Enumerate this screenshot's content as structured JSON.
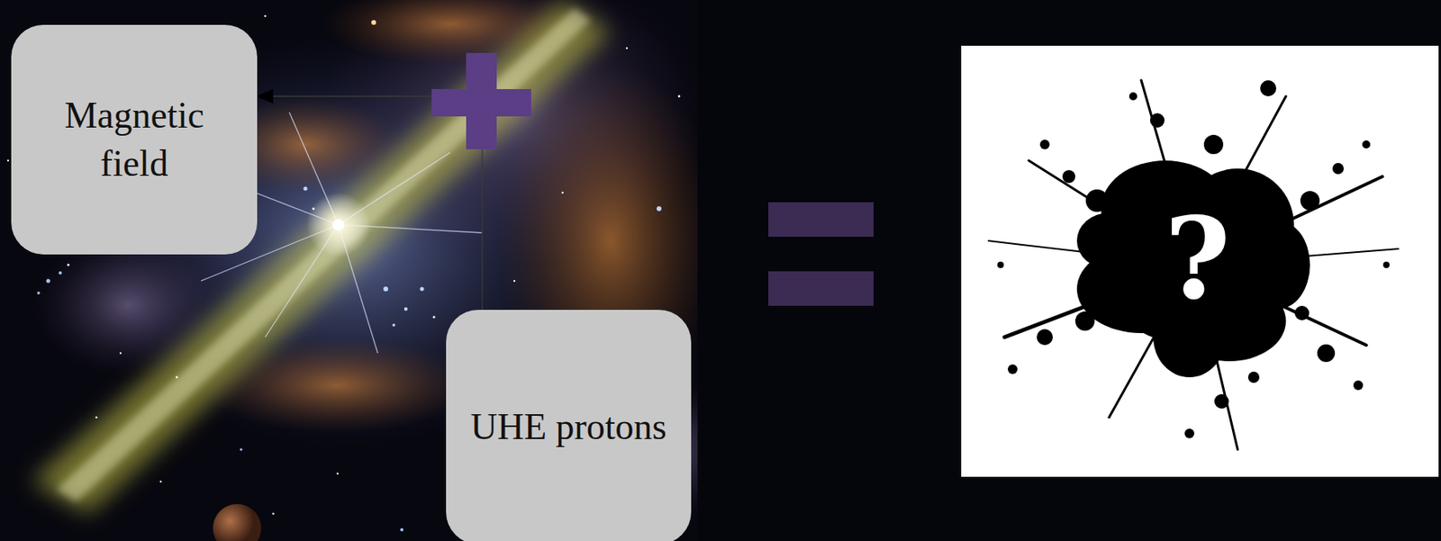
{
  "diagram": {
    "nodes": [
      {
        "text": [
          "Magnetic field"
        ]
      },
      {
        "text": [
          "UHE protons"
        ]
      }
    ],
    "labels": [
      "?"
    ]
  }
}
